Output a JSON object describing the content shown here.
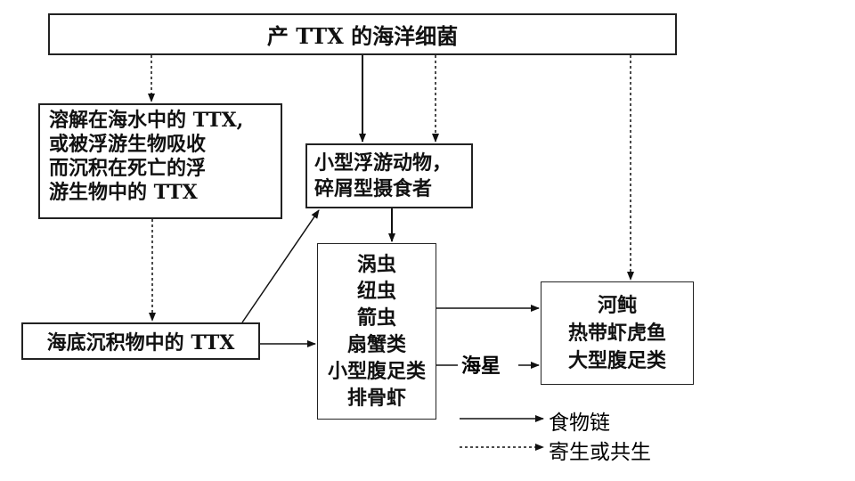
{
  "nodes": {
    "bacteria": "产 TTX 的海洋细菌",
    "dissolved": [
      "溶解在海水中的 TTX,",
      "或被浮游生物吸收",
      "而沉积在死亡的浮",
      "游生物中的 TTX"
    ],
    "plankton": [
      "小型浮游动物，",
      "碎屑型摄食者"
    ],
    "sediment": "海底沉积物中的 TTX",
    "invertebrates": [
      "涡虫",
      "纽虫",
      "箭虫",
      "扇蟹类",
      "小型腹足类",
      "排骨虾"
    ],
    "predators": [
      "河鲀",
      "热带虾虎鱼",
      "大型腹足类"
    ],
    "seastar": "海星"
  },
  "legend": {
    "food_chain": "食物链",
    "parasite_symbiosis": "寄生或共生"
  }
}
